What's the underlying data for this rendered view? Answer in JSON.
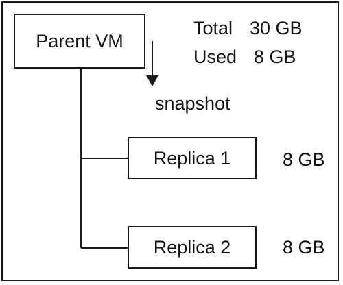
{
  "parent": {
    "label": "Parent VM",
    "total_label": "Total",
    "total_value": "30 GB",
    "used_label": "Used",
    "used_value": "8 GB"
  },
  "snapshot": {
    "label": "snapshot"
  },
  "replicas": [
    {
      "label": "Replica 1",
      "size": "8 GB"
    },
    {
      "label": "Replica 2",
      "size": "8 GB"
    }
  ]
}
